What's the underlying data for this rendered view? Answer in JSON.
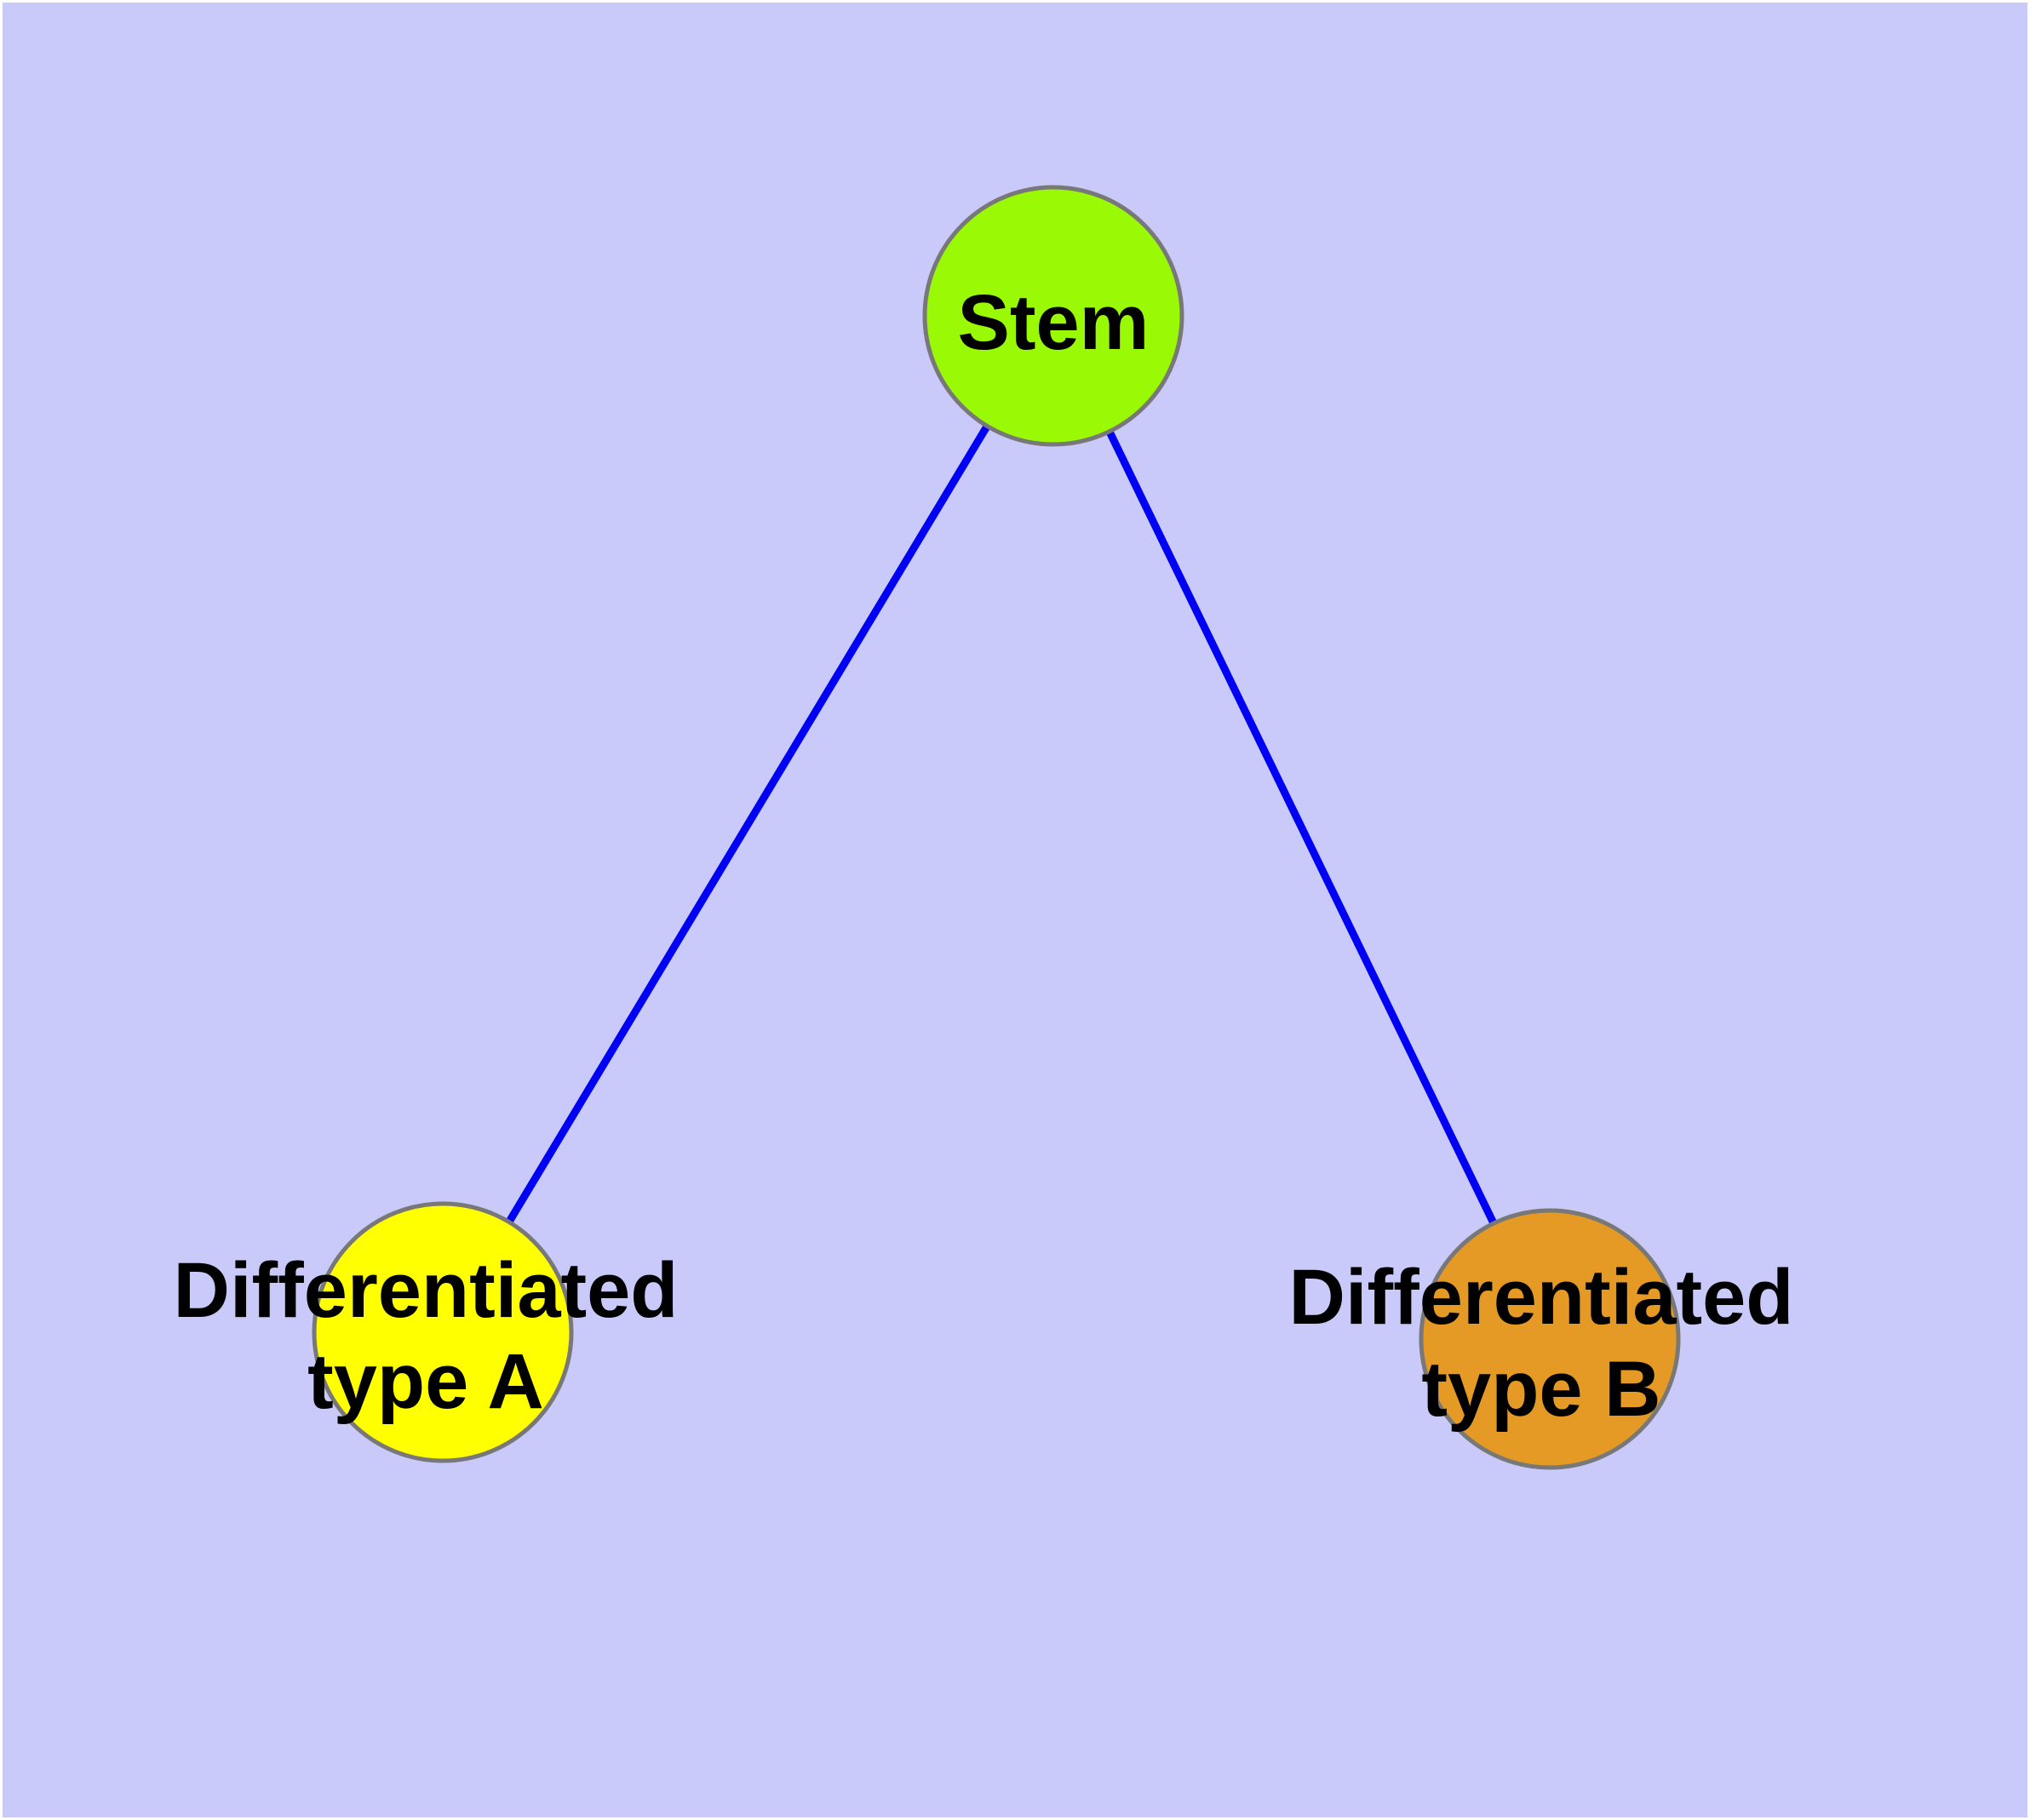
{
  "diagram": {
    "type": "graph",
    "background_color": "#C9C9FA",
    "frame_color": "#ffffff",
    "edge_color": "#0000F5",
    "node_border_color": "#787878",
    "nodes": [
      {
        "id": "stem",
        "label": "Stem",
        "fill": "#9AFA05"
      },
      {
        "id": "differentiated-type-a",
        "label_line1": "Differentiated",
        "label_line2": "type A",
        "fill": "#FFFF00"
      },
      {
        "id": "differentiated-type-b",
        "label_line1": "Differentiated",
        "label_line2": "type B",
        "fill": "#E49A24"
      }
    ],
    "edges": [
      {
        "from": "Stem",
        "to": "Differentiated type A"
      },
      {
        "from": "Stem",
        "to": "Differentiated type B"
      }
    ]
  }
}
